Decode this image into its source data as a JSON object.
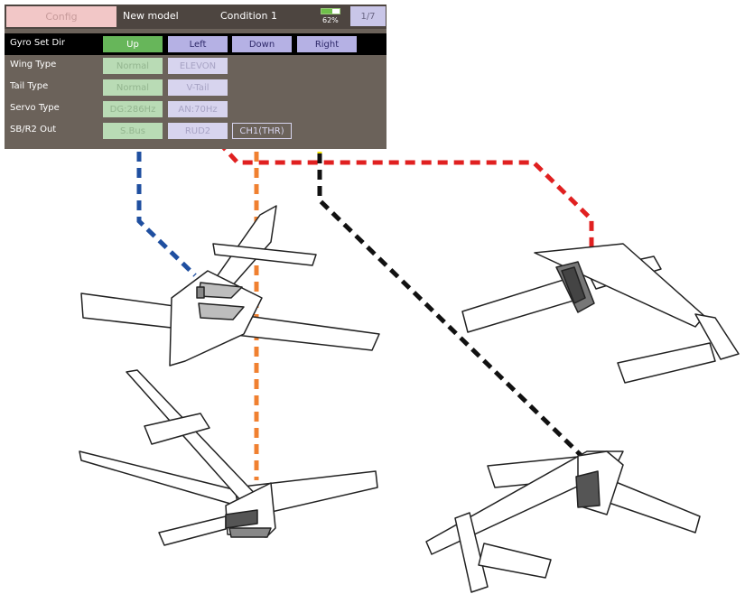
{
  "header": {
    "tab": "Config",
    "model": "New model",
    "condition": "Condition 1",
    "battery": {
      "label": "62%",
      "level": 0.62
    },
    "page": "1/7"
  },
  "rows": [
    {
      "label": "Gyro Set Dir",
      "selected": true,
      "cells": [
        {
          "text": "Up",
          "style": "green active"
        },
        {
          "text": "Left",
          "style": "lav active"
        },
        {
          "text": "Down",
          "style": "lav active"
        },
        {
          "text": "Right",
          "style": "lav active"
        }
      ]
    },
    {
      "label": "Wing Type",
      "cells": [
        {
          "text": "Normal",
          "style": "green"
        },
        {
          "text": "ELEVON",
          "style": "lav"
        }
      ]
    },
    {
      "label": "Tail Type",
      "cells": [
        {
          "text": "Normal",
          "style": "green"
        },
        {
          "text": "V-Tail",
          "style": "lav"
        }
      ]
    },
    {
      "label": "Servo Type",
      "cells": [
        {
          "text": "DG:286Hz",
          "style": "green"
        },
        {
          "text": "AN:70Hz",
          "style": "lav"
        }
      ]
    },
    {
      "label": "SB/R2 Out",
      "cells": [
        {
          "text": "S.Bus",
          "style": "green"
        },
        {
          "text": "RUD2",
          "style": "lav"
        },
        {
          "text": "CH1(THR)",
          "style": "lav outline"
        }
      ]
    }
  ],
  "lines": {
    "blue": "#1f4fa0",
    "red": "#e02020",
    "orange": "#f08030",
    "yellow": "#f0e000",
    "black": "#111111"
  }
}
